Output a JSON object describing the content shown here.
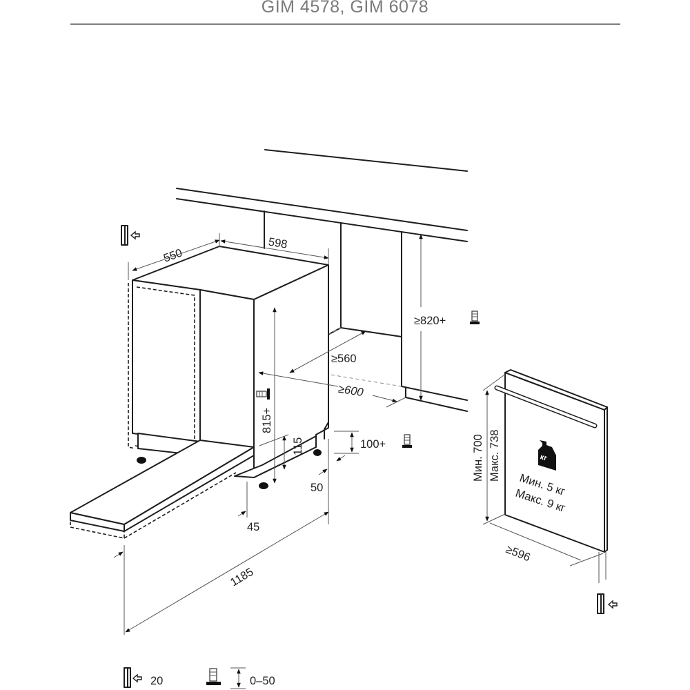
{
  "header": {
    "title": "GIM 4578, GIM 6078"
  },
  "dimensions": {
    "appliance_depth": "550",
    "appliance_width": "598",
    "niche_height": "≥820+",
    "niche_depth_min": "≥560",
    "niche_depth_total": "≥600",
    "appliance_height": "815+",
    "plinth_height": "115",
    "leg_adjust": "100+",
    "rear_gap": "50",
    "front_gap": "45",
    "door_open_length": "1185"
  },
  "door_panel": {
    "height_min": "Мин. 700",
    "height_max": "Макс. 738",
    "width": "≥596",
    "weight_icon_label": "кг",
    "weight_min": "Мин. 5 кг",
    "weight_max": "Макс. 9 кг"
  },
  "legend": {
    "panel_thickness_value": "20",
    "foot_adjust_value": "0–50"
  },
  "icons": {
    "panel_push": "panel-push-icon",
    "adjustable_foot": "adjustable-foot-icon",
    "weight": "weight-icon"
  }
}
